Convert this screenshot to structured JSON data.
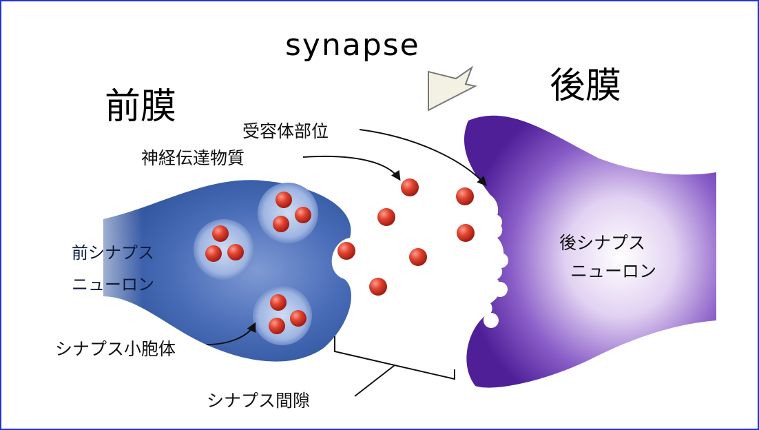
{
  "title": "synapse",
  "pre_membrane": "前膜",
  "post_membrane": "後膜",
  "labels": {
    "receptor_site": "受容体部位",
    "neurotransmitter": "神経伝達物質",
    "pre_neuron_line1": "前シナプス",
    "pre_neuron_line2": "ニューロン",
    "post_neuron_line1": "後シナプス",
    "post_neuron_line2": "ニューロン",
    "synaptic_vesicle": "シナプス小胞体",
    "synaptic_cleft": "シナプス間隙"
  },
  "colors": {
    "frame": "#2233cc",
    "pre_neuron": "#2b4f9c",
    "post_neuron": "#5a2a9e",
    "transmitter": "#d23a2a"
  }
}
